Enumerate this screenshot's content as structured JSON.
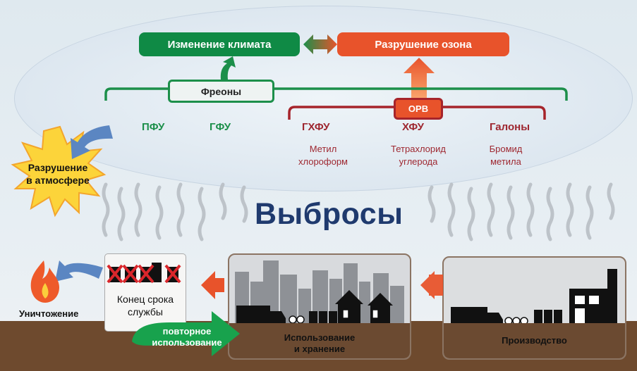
{
  "atmosphere": {
    "climate_label": "Изменение климата",
    "ozone_label": "Разрушение озона",
    "freons_label": "Фреоны",
    "ods_label": "ОРВ",
    "colors": {
      "green": "#1c8f4a",
      "orange": "#e8532b",
      "darkred": "#9e2730"
    },
    "freon_types": [
      {
        "label": "ПФУ",
        "color": "green"
      },
      {
        "label": "ГФУ",
        "color": "green"
      },
      {
        "label": "ГХФУ",
        "color": "darkred"
      },
      {
        "label": "ХФУ",
        "color": "darkred"
      },
      {
        "label": "Галоны",
        "color": "darkred"
      }
    ],
    "ods_substances": [
      {
        "line1": "Метил",
        "line2": "хлороформ"
      },
      {
        "line1": "Тетрахлорид",
        "line2": "углерода"
      },
      {
        "line1": "Бромид",
        "line2": "метила"
      }
    ]
  },
  "destruction_in_atmosphere": {
    "line1": "Разрушение",
    "line2": "в атмосфере"
  },
  "emissions_title": "Выбросы",
  "lifecycle": {
    "end_of_life": {
      "line1": "Конец срока",
      "line2": "службы"
    },
    "destruction": "Уничтожение",
    "reuse": {
      "line1": "повторное",
      "line2": "использование"
    },
    "use_storage": {
      "line1": "Использование",
      "line2": "и хранение"
    },
    "production": "Производство"
  }
}
